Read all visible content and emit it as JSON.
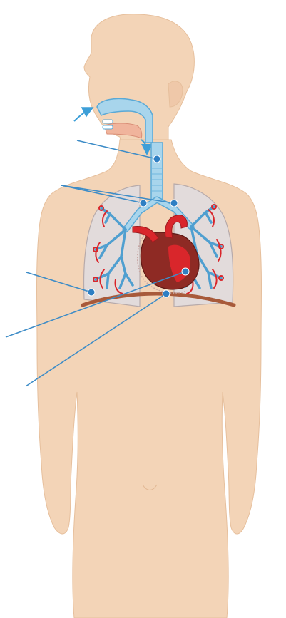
{
  "diagram": {
    "kind": "respiratory system anatomy with unlabeled pointer lines",
    "colors": {
      "background": "#ffffff",
      "skin": "#f3d4b7",
      "skin_outline": "#e4b895",
      "airway": "#a8d5ec",
      "airway_outline": "#5aa9d6",
      "pointer_line": "#3d8cc7",
      "pointer_dot": "#2f7fc3",
      "artery": "#d9262b",
      "vein": "#8e2a24",
      "heart_dark": "#7a2a24",
      "diaphragm": "#a85a3a",
      "pleura": "#e2dbdb",
      "pleura_outline": "#b7aaaa"
    },
    "pointers": [
      {
        "id": "trachea",
        "target_icon": "trachea-dot"
      },
      {
        "id": "bronchi",
        "target_icon": "bronchi-dots"
      },
      {
        "id": "alveoli",
        "target_icon": "alveoli-dot"
      },
      {
        "id": "pleura",
        "target_icon": "pleura-dot"
      },
      {
        "id": "diaphragm",
        "target_icon": "diaphragm-dot"
      }
    ]
  }
}
